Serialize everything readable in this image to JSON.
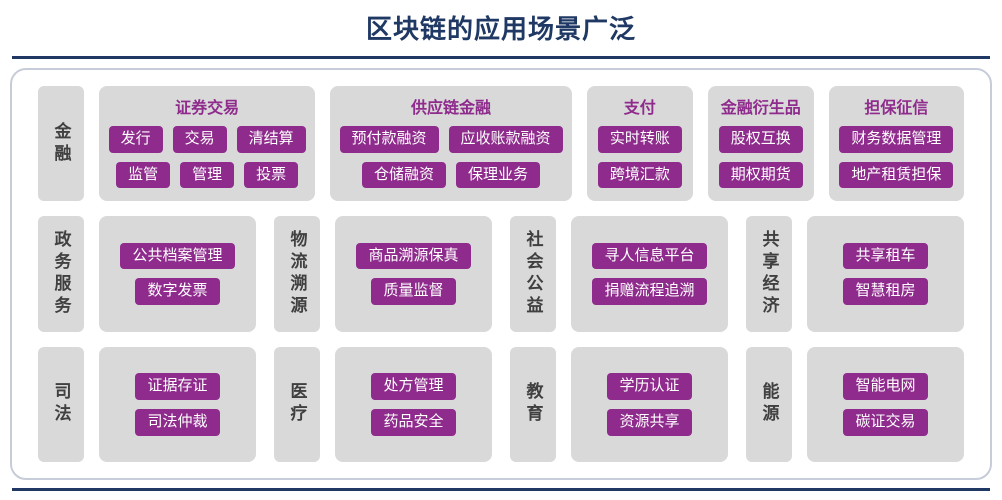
{
  "title": "区块链的应用场景广泛",
  "colors": {
    "accent": "#1f3864",
    "chip": "#8e2b8c",
    "panel": "#d9d9d9",
    "border": "#c7ccd9"
  },
  "rows": [
    {
      "sections": [
        {
          "category": "金融",
          "panels": [
            {
              "header": "证券交易",
              "chip_rows": [
                [
                  "发行",
                  "交易",
                  "清结算"
                ],
                [
                  "监管",
                  "管理",
                  "投票"
                ]
              ]
            },
            {
              "header": "供应链金融",
              "chip_rows": [
                [
                  "预付款融资",
                  "应收账款融资"
                ],
                [
                  "仓储融资",
                  "保理业务"
                ]
              ]
            },
            {
              "header": "支付",
              "chip_rows": [
                [
                  "实时转账"
                ],
                [
                  "跨境汇款"
                ]
              ]
            },
            {
              "header": "金融衍生品",
              "chip_rows": [
                [
                  "股权互换"
                ],
                [
                  "期权期货"
                ]
              ]
            },
            {
              "header": "担保征信",
              "chip_rows": [
                [
                  "财务数据管理"
                ],
                [
                  "地产租赁担保"
                ]
              ]
            }
          ]
        }
      ]
    },
    {
      "sections": [
        {
          "category": "政务服务",
          "panels": [
            {
              "chip_rows": [
                [
                  "公共档案管理"
                ],
                [
                  "数字发票"
                ]
              ]
            }
          ]
        },
        {
          "category": "物流溯源",
          "panels": [
            {
              "chip_rows": [
                [
                  "商品溯源保真"
                ],
                [
                  "质量监督"
                ]
              ]
            }
          ]
        },
        {
          "category": "社会公益",
          "panels": [
            {
              "chip_rows": [
                [
                  "寻人信息平台"
                ],
                [
                  "捐赠流程追溯"
                ]
              ]
            }
          ]
        },
        {
          "category": "共享经济",
          "panels": [
            {
              "chip_rows": [
                [
                  "共享租车"
                ],
                [
                  "智慧租房"
                ]
              ]
            }
          ]
        }
      ]
    },
    {
      "sections": [
        {
          "category": "司法",
          "panels": [
            {
              "chip_rows": [
                [
                  "证据存证"
                ],
                [
                  "司法仲裁"
                ]
              ]
            }
          ]
        },
        {
          "category": "医疗",
          "panels": [
            {
              "chip_rows": [
                [
                  "处方管理"
                ],
                [
                  "药品安全"
                ]
              ]
            }
          ]
        },
        {
          "category": "教育",
          "panels": [
            {
              "chip_rows": [
                [
                  "学历认证"
                ],
                [
                  "资源共享"
                ]
              ]
            }
          ]
        },
        {
          "category": "能源",
          "panels": [
            {
              "chip_rows": [
                [
                  "智能电网"
                ],
                [
                  "碳证交易"
                ]
              ]
            }
          ]
        }
      ]
    }
  ]
}
